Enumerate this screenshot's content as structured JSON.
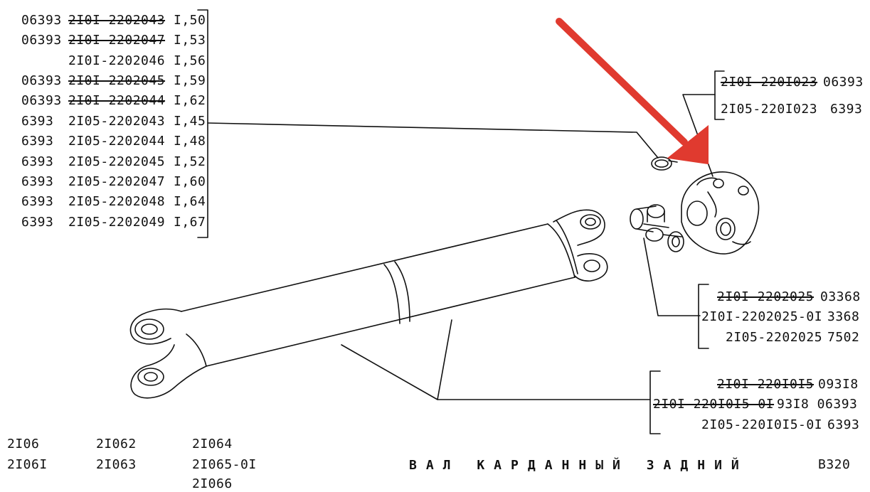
{
  "top_left_list": [
    {
      "code": "06393",
      "part": "2I0I-2202043",
      "length": "I,50",
      "struck": true
    },
    {
      "code": "06393",
      "part": "2I0I-2202047",
      "length": "I,53",
      "struck": true
    },
    {
      "code": "",
      "part": "2I0I-2202046",
      "length": "I,56",
      "struck": false
    },
    {
      "code": "06393",
      "part": "2I0I-2202045",
      "length": "I,59",
      "struck": true
    },
    {
      "code": "06393",
      "part": "2I0I-2202044",
      "length": "I,62",
      "struck": true
    },
    {
      "code": "6393",
      "part": "2I05-2202043",
      "length": "I,45",
      "struck": false
    },
    {
      "code": "6393",
      "part": "2I05-2202044",
      "length": "I,48",
      "struck": false
    },
    {
      "code": "6393",
      "part": "2I05-2202045",
      "length": "I,52",
      "struck": false
    },
    {
      "code": "6393",
      "part": "2I05-2202047",
      "length": "I,60",
      "struck": false
    },
    {
      "code": "6393",
      "part": "2I05-2202048",
      "length": "I,64",
      "struck": false
    },
    {
      "code": "6393",
      "part": "2I05-2202049",
      "length": "I,67",
      "struck": false
    }
  ],
  "flange_labels": [
    {
      "part": "2I0I-220I023",
      "code": "06393",
      "struck": true
    },
    {
      "part": "2I05-220I023",
      "code": "6393",
      "struck": false
    }
  ],
  "cross_labels": [
    {
      "part": "2I0I-2202025",
      "code": "03368",
      "struck": true
    },
    {
      "part": "2I0I-2202025-0I",
      "code": "3368",
      "struck": false
    },
    {
      "part": "2I05-2202025",
      "code": "7502",
      "struck": false
    }
  ],
  "shaft_labels": [
    {
      "part": "2I0I-220I0I5",
      "code": "093I8",
      "struck": true
    },
    {
      "part": "2I0I-220I0I5-0I",
      "code": "93I8 06393",
      "struck": true
    },
    {
      "part": "2I05-220I0I5-0I",
      "code": "6393",
      "struck": false
    }
  ],
  "models": {
    "col1": [
      "2I06",
      "2I06I"
    ],
    "col2": [
      "2I062",
      "2I063"
    ],
    "col3": [
      "2I064",
      "2I065-0I",
      "2I066"
    ]
  },
  "title": "ВАЛ КАРДАННЫЙ ЗАДНИЙ",
  "page_code": "В320",
  "colors": {
    "ink": "#111111",
    "arrow": "#e03a2f"
  }
}
